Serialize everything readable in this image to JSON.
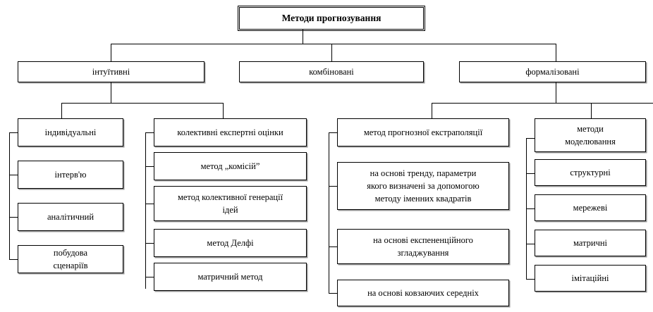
{
  "diagram": {
    "title_box": {
      "label": "Методи прогнозування"
    },
    "level2": [
      {
        "key": "intuitive",
        "label": "інтуїтивні"
      },
      {
        "key": "combined",
        "label": "комбіновані"
      },
      {
        "key": "formalized",
        "label": "формалізовані"
      }
    ],
    "col_individual": [
      {
        "label": "індивідуальні"
      },
      {
        "label": "інтерв'ю"
      },
      {
        "label": "аналітичний"
      },
      {
        "label": "побудова\nсценаріїв"
      }
    ],
    "col_collective": [
      {
        "label": "колективні експертні оцінки"
      },
      {
        "label": "метод „комісій”"
      },
      {
        "label": "метод колективної генерації\nідей"
      },
      {
        "label": "метод Делфі"
      },
      {
        "label": "матричний метод"
      }
    ],
    "col_extrapolation": [
      {
        "label": "метод прогнозної екстраполяції"
      },
      {
        "label": "на основі тренду, параметри\nякого визначені за допомогою\nметоду іменних квадратів"
      },
      {
        "label": "на основі експененційного\nзгладжування"
      },
      {
        "label": "на основі ковзаючих середніх"
      }
    ],
    "col_modeling": [
      {
        "label": "методи\nмоделювання"
      },
      {
        "label": "структурні"
      },
      {
        "label": "мережеві"
      },
      {
        "label": "матричні"
      },
      {
        "label": "імітаційні"
      }
    ],
    "colors": {
      "line": "#000000",
      "box_fill": "#ffffff",
      "box_border": "#000000",
      "shadow": "#9a9a9a"
    }
  }
}
